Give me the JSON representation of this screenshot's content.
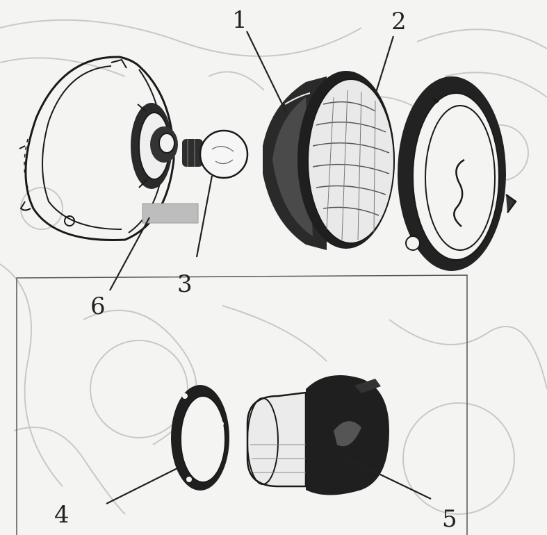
{
  "callouts": {
    "c1": "1",
    "c2": "2",
    "c3": "3",
    "c4": "4",
    "c5": "5",
    "c6": "6"
  },
  "colors": {
    "ink": "#1a1a1a",
    "background": "#f4f4f2",
    "ghost": "#c8c8c8",
    "highlight": "#bdbdbd"
  }
}
